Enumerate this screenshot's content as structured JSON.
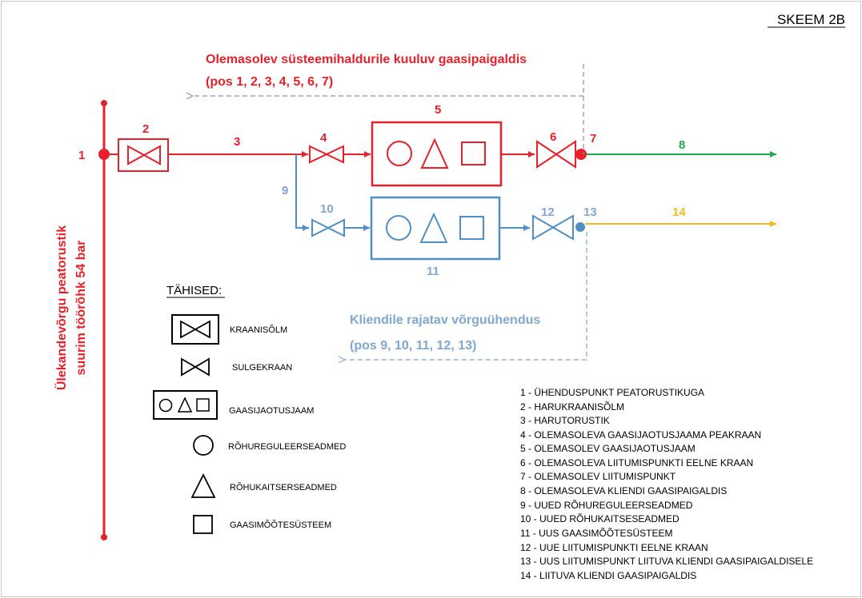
{
  "title": "SKEEM 2B",
  "colors": {
    "red": "#e8202a",
    "blue": "#4f8fc6",
    "label_blue": "#7fa7d3",
    "green": "#22a84a",
    "yellow": "#f5b91e",
    "purple": "#9b85c6",
    "black": "#000000"
  },
  "main_pipe_label": {
    "line1": "Ülekandevõrgu peatorustik",
    "line2": "suurim töörõhk 54 bar"
  },
  "existing_installation": {
    "line1": "Olemasolev süsteemihaldurile kuuluv gaasipaigaldis",
    "line2": "(pos 1, 2, 3, 4, 5, 6, 7)"
  },
  "client_connection": {
    "line1": "Kliendile rajatav võrguühendus",
    "line2": "(pos 9, 10, 11, 12, 13)"
  },
  "numbers": {
    "n1": "1",
    "n2": "2",
    "n3": "3",
    "n4": "4",
    "n5": "5",
    "n6": "6",
    "n7": "7",
    "n8": "8",
    "n9": "9",
    "n10": "10",
    "n11": "11",
    "n12": "12",
    "n13": "13",
    "n14": "14"
  },
  "symbols_legend": {
    "heading": "TÄHISED:",
    "items": [
      {
        "icon": "valve-assembly-icon",
        "label": "KRAANISÕLM"
      },
      {
        "icon": "shutoff-valve-icon",
        "label": "SULGEKRAAN"
      },
      {
        "icon": "gas-station-icon",
        "label": "GAASIJAOTUSJAAM"
      },
      {
        "icon": "circle-icon",
        "label": "RÕHUREGULEERSEADMED"
      },
      {
        "icon": "triangle-icon",
        "label": "RÕHUKAITSERSEADMED"
      },
      {
        "icon": "square-icon",
        "label": "GAASIMÕÕTESÜSTEEM"
      }
    ]
  },
  "position_list": [
    "1 -   ÜHENDUSPUNKT PEATORUSTIKUGA",
    "2 -   HARUKRAANISÕLM",
    "3 -   HARUTORUSTIK",
    "4 -   OLEMASOLEVA GAASIJAOTUSJAAMA PEAKRAAN",
    "5 -   OLEMASOLEV GAASIJAOTUSJAAM",
    "6 -   OLEMASOLEVA LIITUMISPUNKTI EELNE KRAAN",
    "7 -   OLEMASOLEV  LIITUMISPUNKT",
    "8 -   OLEMASOLEVA KLIENDI GAASIPAIGALDIS",
    "9 -   UUED RÕHUREGULEERSEADMED",
    "10 - UUED RÕHUKAITSESEADMED",
    "11 - UUS GAASIMÕÕTESÜSTEEM",
    "12 -  UUE LIITUMISPUNKTI EELNE KRAAN",
    "13 -  UUS LIITUMISPUNKT LIITUVA KLIENDI GAASIPAIGALDISELE",
    "14 -  LIITUVA KLIENDI GAASIPAIGALDIS"
  ]
}
